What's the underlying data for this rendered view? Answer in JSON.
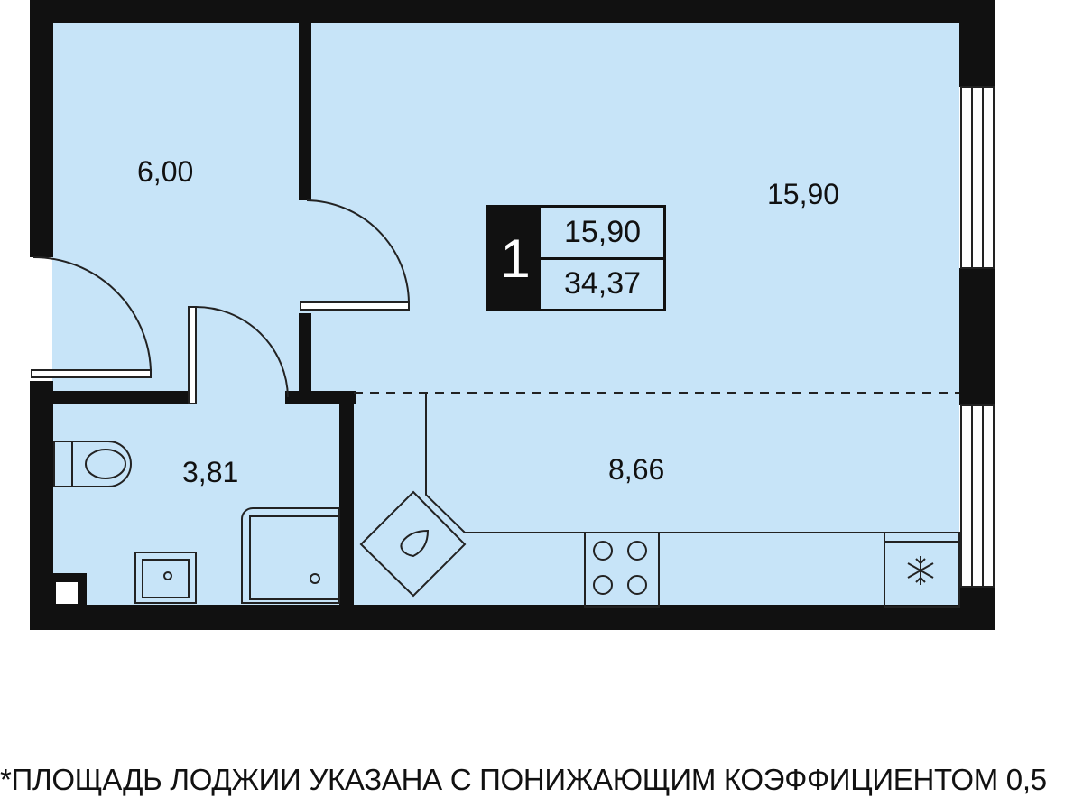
{
  "rooms": {
    "hallway_area": "6,00",
    "living_area": "15,90",
    "bathroom_area": "3,81",
    "kitchen_area": "8,66"
  },
  "badge": {
    "room_count": "1",
    "living_area": "15,90",
    "total_area": "34,37"
  },
  "icons": {
    "fridge": "snowflake-icon",
    "stove": "four-burner-hob",
    "toilet": "toilet",
    "sink": "sink",
    "shower": "shower-tray"
  },
  "colors": {
    "floor": "#c7e4f8",
    "wall": "#111111",
    "line": "#222222"
  },
  "footnote": "*ПЛОЩАДЬ ЛОДЖИИ УКАЗАНА С ПОНИЖАЮЩИМ КОЭФФИЦИЕНТОМ 0,5"
}
